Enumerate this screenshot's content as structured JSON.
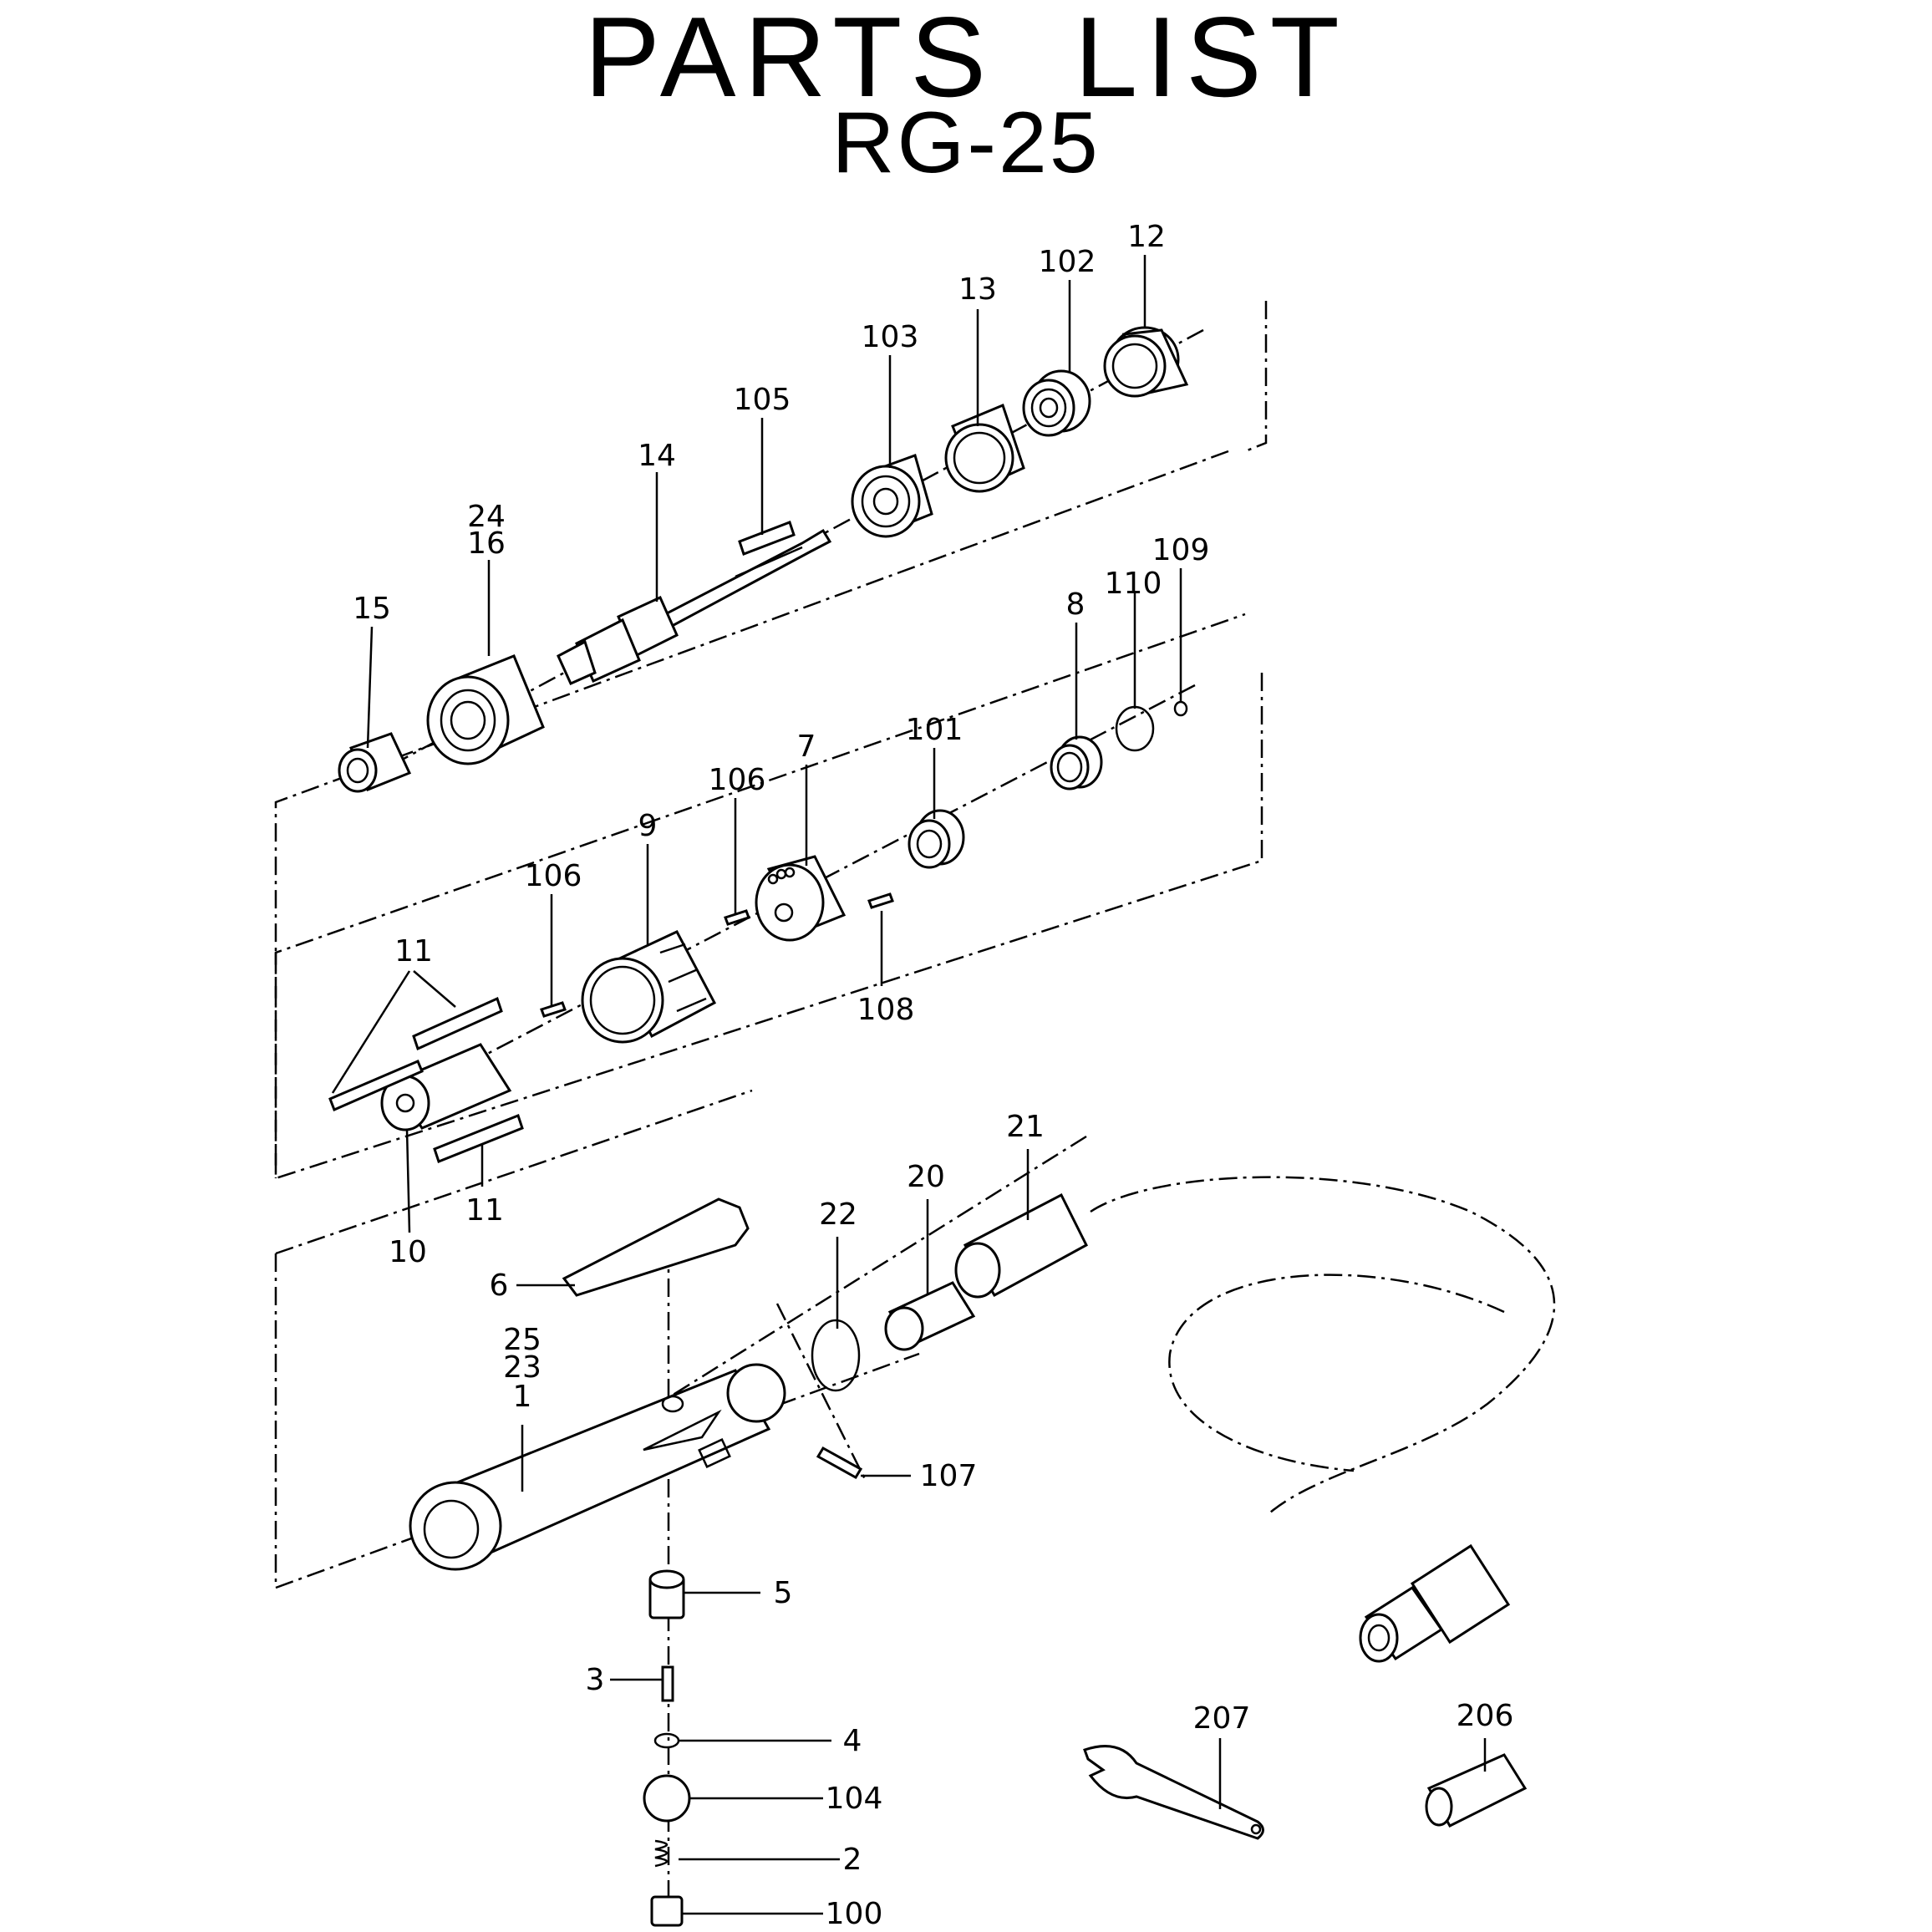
{
  "header": {
    "title": "PARTS  LIST",
    "model": "RG-25"
  },
  "callouts": {
    "p12": "12",
    "p102": "102",
    "p13": "13",
    "p103": "103",
    "p105": "105",
    "p14": "14",
    "p24": "24",
    "p16": "16",
    "p15": "15",
    "p8": "8",
    "p110": "110",
    "p109": "109",
    "p101": "101",
    "p7": "7",
    "p106a": "106",
    "p106b": "106",
    "p9": "9",
    "p11a": "11",
    "p11b": "11",
    "p10": "10",
    "p108": "108",
    "p21": "21",
    "p20": "20",
    "p22": "22",
    "p6": "6",
    "p25": "25",
    "p23": "23",
    "p1": "1",
    "p107": "107",
    "p5": "5",
    "p3": "3",
    "p4": "4",
    "p104": "104",
    "p2": "2",
    "p100": "100",
    "p207": "207",
    "p206": "206"
  }
}
